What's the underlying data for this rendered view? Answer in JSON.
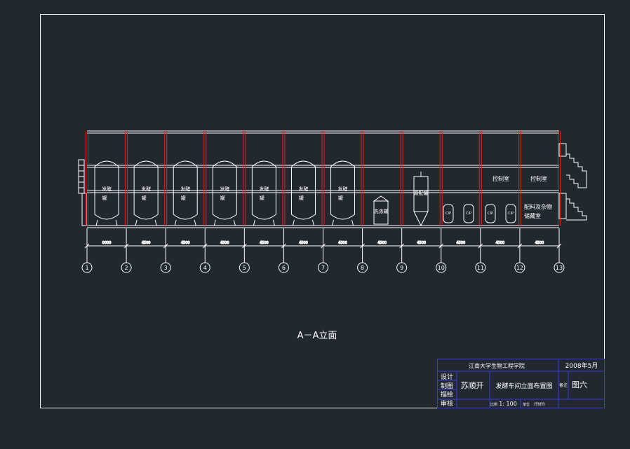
{
  "drawing": {
    "section_title": "A－A立面",
    "axes": [
      "1",
      "2",
      "3",
      "4",
      "5",
      "6",
      "7",
      "8",
      "9",
      "10",
      "11",
      "12",
      "13"
    ],
    "bay_dimensions": [
      "0000",
      "4500",
      "4500",
      "4500",
      "4500",
      "4500",
      "4500",
      "4500",
      "4500",
      "4500",
      "4500",
      "4500"
    ],
    "fermenter_label": "发酵罐",
    "equipment": {
      "tank_a": "洗涤罐",
      "tank_b": "调配罐",
      "cip": "CIP"
    },
    "rooms": {
      "control_room_1": "控制室",
      "control_room_2": "控制室",
      "storage_room_line1": "配料及杂物",
      "storage_room_line2": "储藏室"
    }
  },
  "title_block": {
    "institution": "江南大学生物工程学院",
    "date": "2008年5月",
    "row_design": "设计",
    "row_draw": "制图",
    "row_trace": "描绘",
    "row_review": "审核",
    "designer": "苏顺开",
    "drawing_name": "发酵车间立面布置图",
    "remark_label": "备注",
    "figure_no": "图六",
    "scale_label": "比例",
    "scale": "1: 100",
    "unit_label": "单位",
    "unit": "mm"
  },
  "colors": {
    "background": "#212830",
    "line": "#ffffff",
    "column": "#e02020",
    "title_block": "#3a3ae0"
  }
}
